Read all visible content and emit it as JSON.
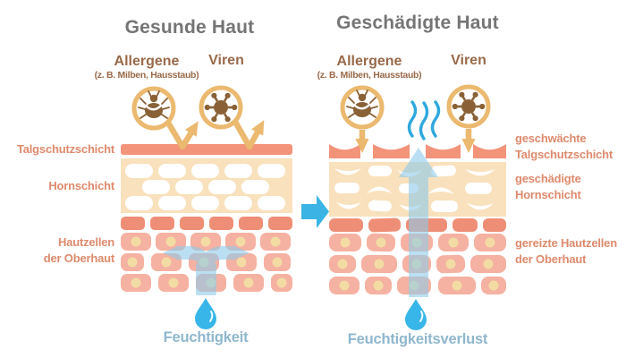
{
  "colors": {
    "title_gray": "#757575",
    "brown_text": "#9A6A4A",
    "salmon_text": "#DE8A6C",
    "salmon_layer": "#F2937A",
    "salmon_cell": "#EF8E76",
    "cream_layer": "#F8E1BC",
    "pink_cell": "#F5B1A1",
    "yellow_dot": "#F3DCA4",
    "tan_ring": "#EBB96F",
    "icon_brown": "#8A6136",
    "bright_blue": "#3BB4E5",
    "drop_blue": "#38B6E9",
    "soft_blue": "#8FCBEA",
    "vapor_blue": "#2FA8DE",
    "moisture_text": "#8FB7CE"
  },
  "left_panel": {
    "title": "Gesunde Haut",
    "allergens_label": "Allergene",
    "allergens_sub": "(z. B. Milben, Hausstaub)",
    "viruses_label": "Viren",
    "layer_labels": {
      "sebum": "Talgschutzschicht",
      "horn": "Hornschicht",
      "cells_line1": "Hautzellen",
      "cells_line2": "der Oberhaut"
    },
    "moisture_label": "Feuchtigkeit"
  },
  "right_panel": {
    "title": "Geschädigte Haut",
    "allergens_label": "Allergene",
    "allergens_sub": "(z. B. Milben, Hausstaub)",
    "viruses_label": "Viren",
    "layer_labels": {
      "sebum_line1": "geschwächte",
      "sebum_line2": "Talgschutzschicht",
      "horn_line1": "geschädigte",
      "horn_line2": "Hornschicht",
      "cells_line1": "gereizte Hautzellen",
      "cells_line2": "der Oberhaut"
    },
    "moisture_label": "Feuchtigkeitsverlust"
  },
  "icons": {
    "mite-icon": "brown dust mite / tick glyph inside magnifier circle",
    "virus-icon": "brown virus ball with spokes inside magnifier circle",
    "magnifier-circle": "tan ring circle highlighting allergen",
    "bounce-arrow": "tan arrow deflected off intact skin barrier",
    "penetration-arrow": "tan arrow entering damaged skin",
    "transition-arrow": "blue arrow from healthy to damaged panel",
    "moisture-spread-arrow": "light blue arrows spreading moisture inside skin",
    "moisture-loss-arrow": "light blue arrow escaping upward through skin",
    "vapor-waves": "blue evaporation squiggles",
    "water-drop-icon": "blue water droplet"
  }
}
